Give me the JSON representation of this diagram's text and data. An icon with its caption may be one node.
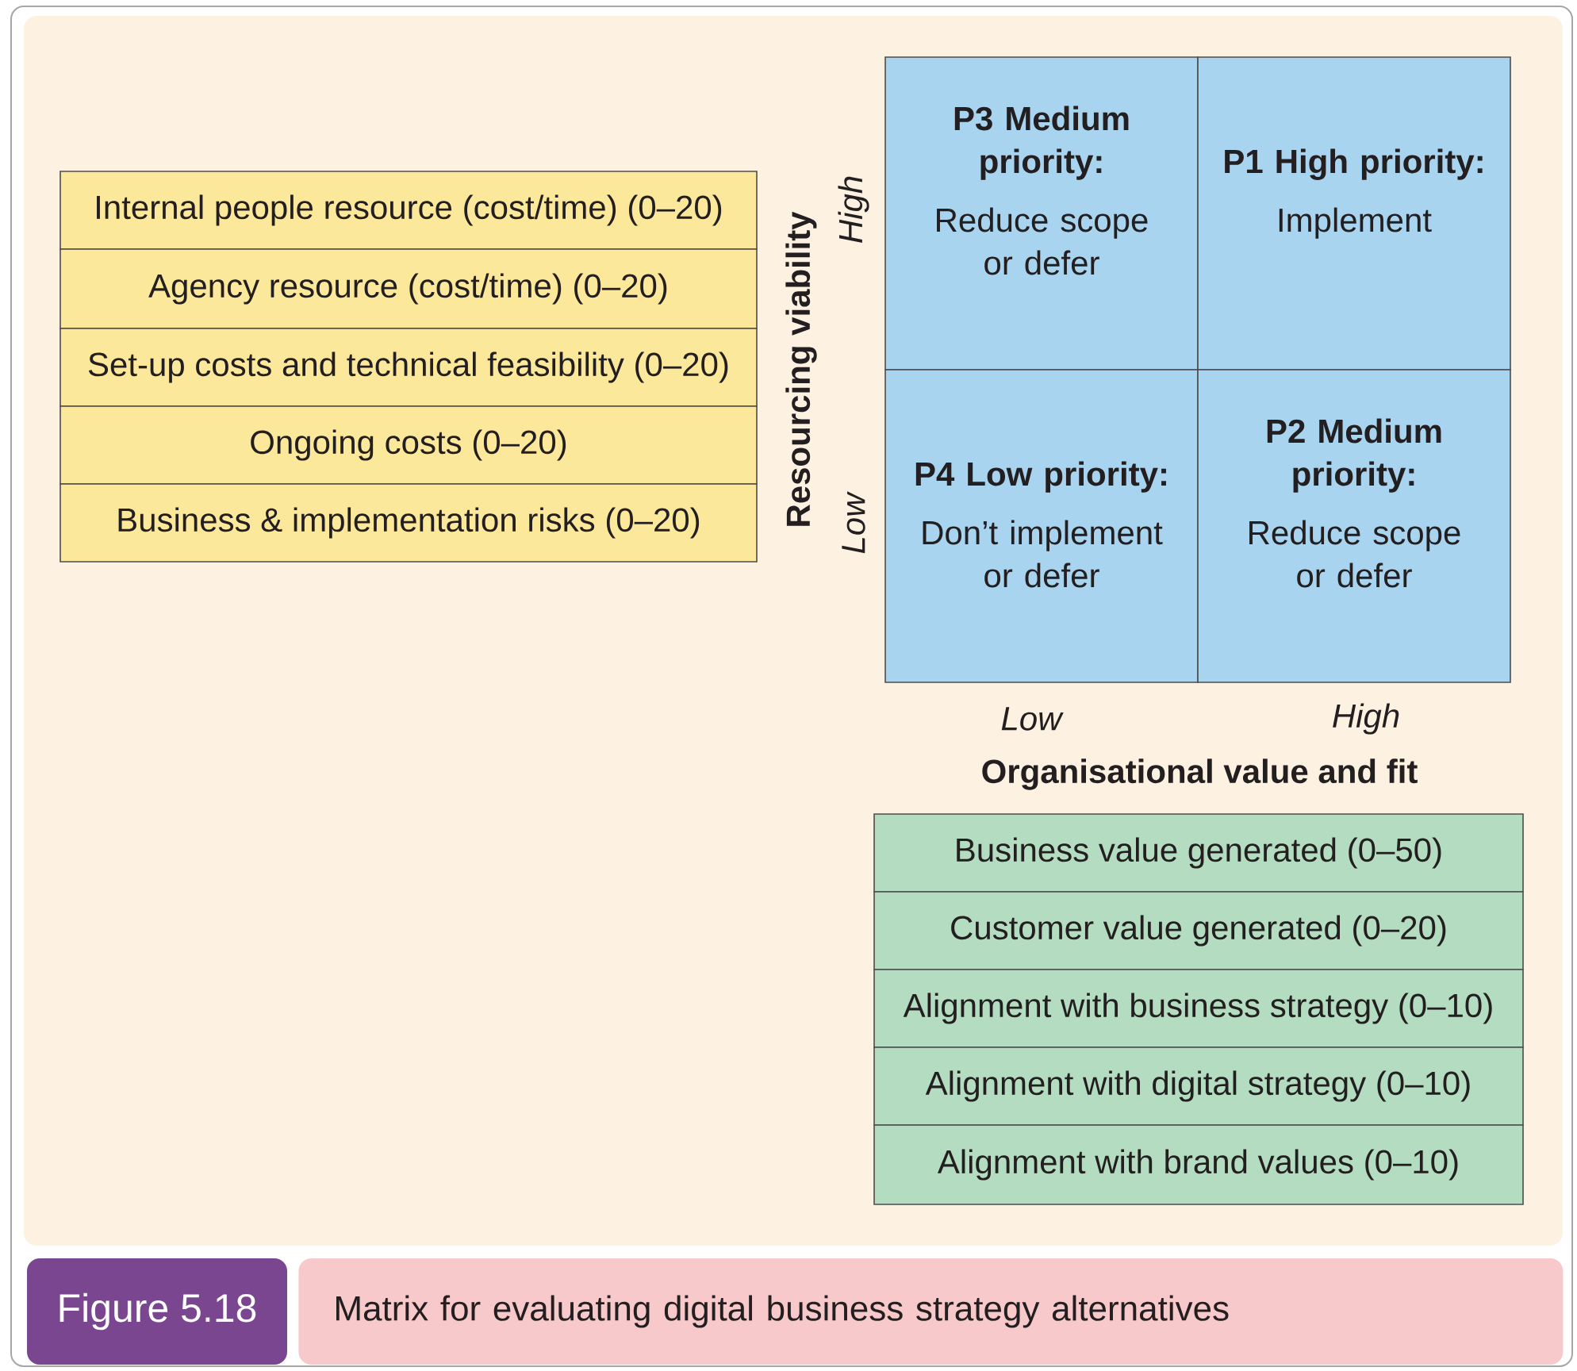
{
  "diagram": {
    "nodes": [
      {
        "text": [
          "Internal people resource (cost/time) (0–20)"
        ]
      },
      {
        "text": [
          "Agency resource (cost/time) (0–20)"
        ]
      },
      {
        "text": [
          "Set-up costs and technical feasibility (0–20)"
        ]
      },
      {
        "text": [
          "Ongoing costs (0–20)"
        ]
      },
      {
        "text": [
          "Business & implementation risks (0–20)"
        ]
      },
      {
        "text": [
          "P3 Medium priority:",
          "Reduce scope or defer"
        ]
      },
      {
        "text": [
          "P1 High priority:",
          "Implement"
        ]
      },
      {
        "text": [
          "P4 Low priority:",
          "Don’t implement or defer"
        ]
      },
      {
        "text": [
          "P2 Medium priority:",
          "Reduce scope or defer"
        ]
      },
      {
        "text": [
          "Business value generated (0–50)"
        ]
      },
      {
        "text": [
          "Customer value generated (0–20)"
        ]
      },
      {
        "text": [
          "Alignment with business strategy (0–10)"
        ]
      },
      {
        "text": [
          "Alignment with digital strategy (0–10)"
        ]
      },
      {
        "text": [
          "Alignment with brand values (0–10)"
        ]
      },
      {
        "text": [
          "Figure 5.18"
        ]
      },
      {
        "text": [
          "Matrix for evaluating digital business strategy alternatives"
        ]
      }
    ],
    "labels": [
      "Resourcing viability",
      "High",
      "Low",
      "Low",
      "High",
      "Organisational value and fit"
    ]
  }
}
